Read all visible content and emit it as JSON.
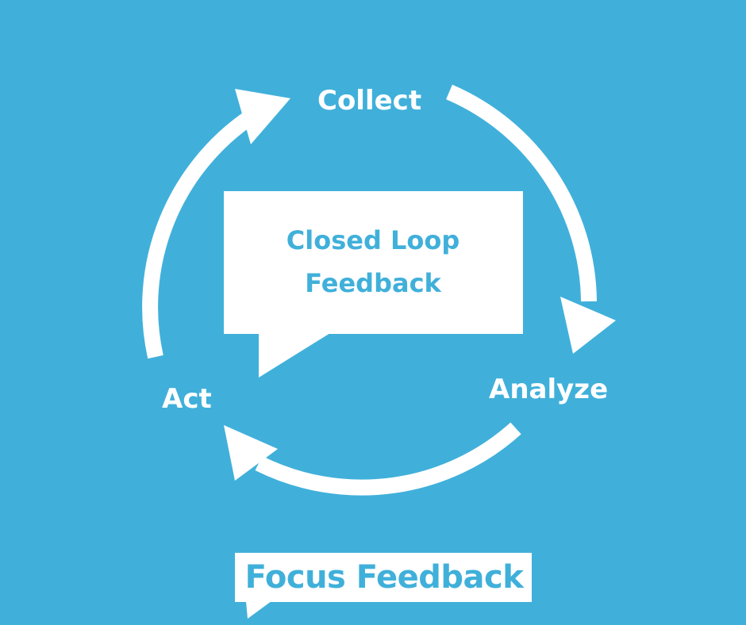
{
  "colors": {
    "background": "#40b0da",
    "foreground": "#ffffff",
    "accent_text": "#40b0da"
  },
  "cycle": {
    "stages": [
      {
        "label": "Collect"
      },
      {
        "label": "Analyze"
      },
      {
        "label": "Act"
      }
    ]
  },
  "center": {
    "line1": "Closed Loop",
    "line2": "Feedback"
  },
  "logo": {
    "text": "Focus Feedback"
  },
  "icons": {
    "center_bubble": "speech-bubble-icon",
    "logo_bubble": "speech-bubble-icon",
    "arrow": "curved-arrow-icon"
  }
}
